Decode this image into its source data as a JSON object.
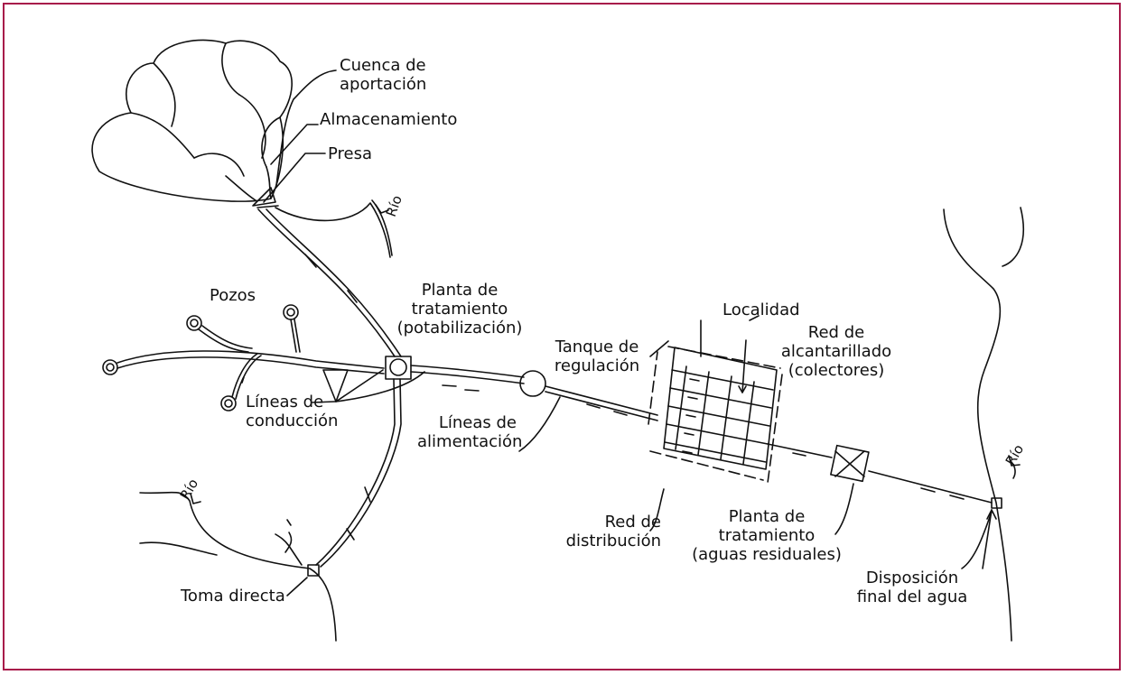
{
  "colors": {
    "frame": "#a8194a",
    "ink": "#111111"
  },
  "labels": {
    "cuenca": [
      "Cuenca de",
      "aportación"
    ],
    "almacenamiento": "Almacenamiento",
    "presa": "Presa",
    "rio": "Río",
    "pozos": "Pozos",
    "planta_potab": [
      "Planta de",
      "tratamiento",
      "(potabilización)"
    ],
    "tanque": [
      "Tanque de",
      "regulación"
    ],
    "localidad": "Localidad",
    "red_alcantarillado": [
      "Red de",
      "alcantarillado",
      "(colectores)"
    ],
    "lineas_conduccion": [
      "Líneas de",
      "conducción"
    ],
    "lineas_alimentacion": [
      "Líneas de",
      "alimentación"
    ],
    "red_distribucion": [
      "Red de",
      "distribución"
    ],
    "planta_residuales": [
      "Planta de",
      "tratamiento",
      "(aguas residuales)"
    ],
    "toma_directa": "Toma directa",
    "disposicion": [
      "Disposición",
      "final del agua"
    ]
  }
}
